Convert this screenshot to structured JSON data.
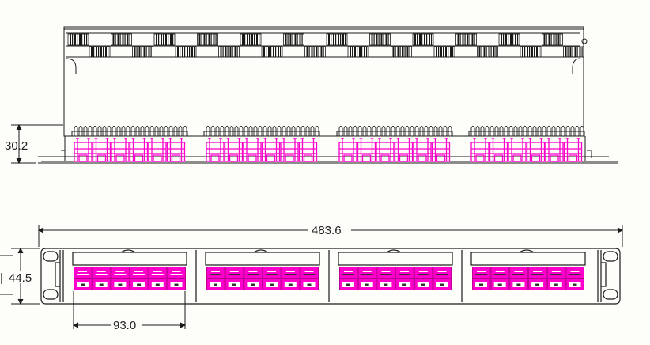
{
  "drawing": {
    "subject": "48-port patch panel",
    "views": [
      "top-view",
      "front-view"
    ],
    "colors": {
      "background": "#fdfdf9",
      "line": "#1a1a1a",
      "port_highlight": "#ff00cc"
    },
    "top_view": {
      "port_groups": 4,
      "ports_per_group": 6,
      "dimensions": {
        "depth_label": "30.2"
      }
    },
    "front_view": {
      "port_groups": 4,
      "ports_per_group": 6,
      "rows_per_group": 2,
      "dimensions": {
        "overall_width": "483.6",
        "height": "44.5",
        "group_width": "93.0"
      }
    }
  }
}
